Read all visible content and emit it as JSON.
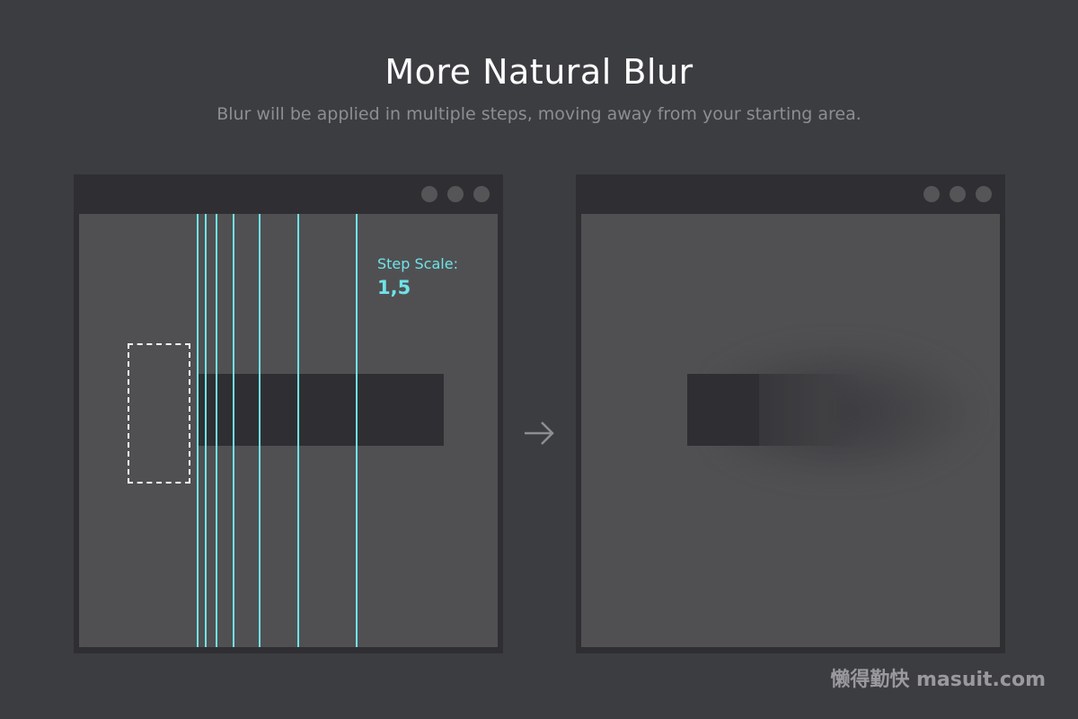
{
  "header": {
    "title": "More Natural Blur",
    "subtitle": "Blur will be applied in multiple steps, moving away from your starting area."
  },
  "left_window": {
    "step_label": "Step Scale:",
    "step_value": "1,5"
  },
  "arrow_icon": "right-arrow-icon",
  "watermark": "懒得勤快  masuit.com",
  "colors": {
    "background": "#3c3d41",
    "window_frame": "#2f2f33",
    "canvas": "#505052",
    "guide": "#6fe3e8",
    "accent_text": "#6fe3e8"
  }
}
